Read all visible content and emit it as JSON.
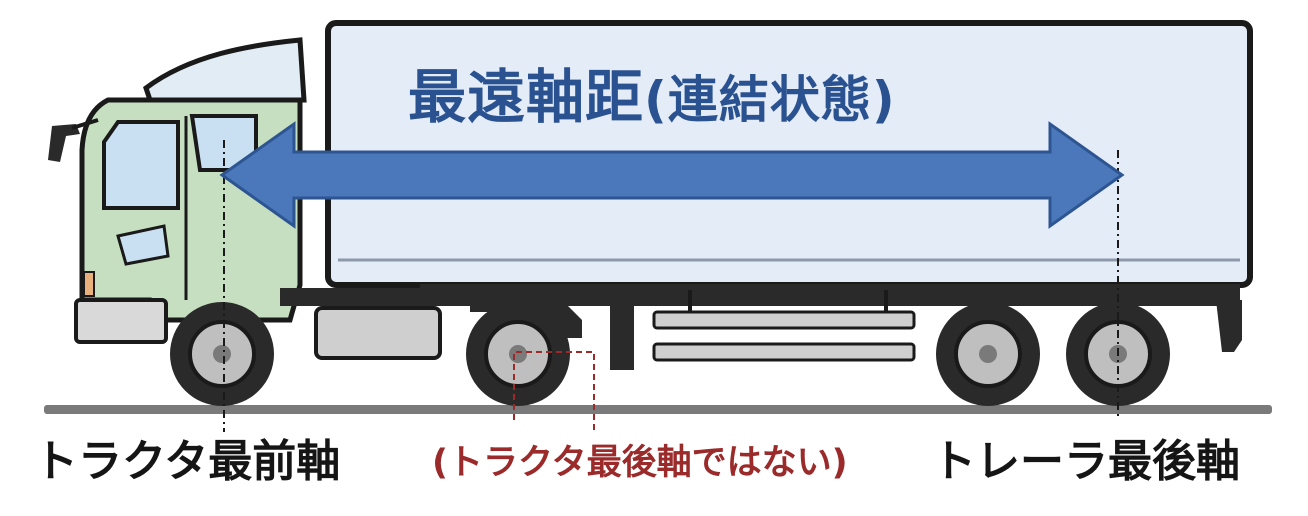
{
  "title": {
    "main": "最遠軸距",
    "sub": "(連結状態)"
  },
  "labels": {
    "front_axle": "トラクタ最前軸",
    "not_rear_axle": "(トラクタ最後軸ではない)",
    "trailer_rear_axle": "トレーラ最後軸"
  },
  "colors": {
    "title": "#2a5290",
    "arrow": "#4a78bb",
    "cab": "#c6dfc0",
    "trailer_box": "#e4ecf7",
    "note_red": "#9b2a2a",
    "ground": "#7a7a7a",
    "outline": "#1a1a1a"
  },
  "icons": {
    "vehicle": "tractor-trailer-truck",
    "measure": "double-headed-arrow"
  }
}
